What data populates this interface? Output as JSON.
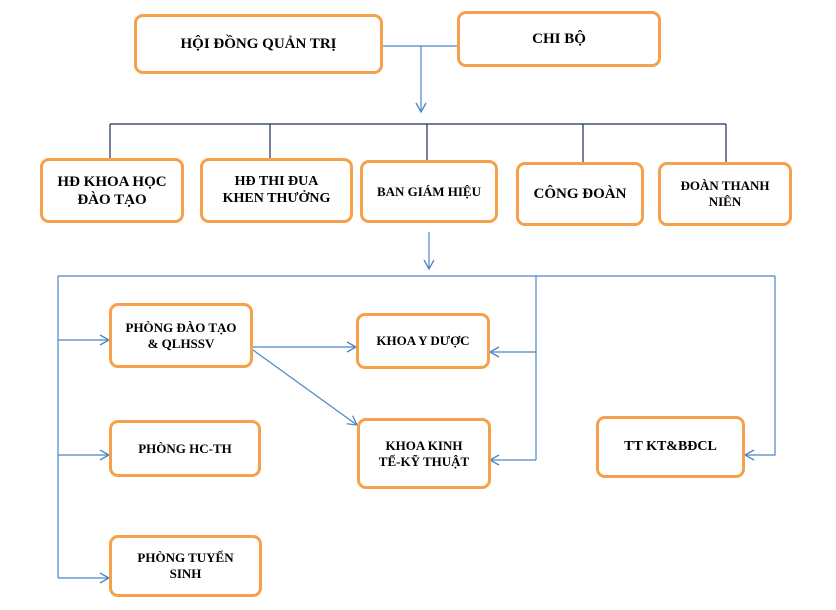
{
  "colors": {
    "box_border": "#f5a04a",
    "connector": "#4a86c5",
    "line": "#1f2f5a"
  },
  "nodes": {
    "hoi_dong_quan_tri": "HỘI ĐỒNG QUẢN TRỊ",
    "chi_bo": "CHI BỘ",
    "hd_khoa_hoc": "HĐ KHOA HỌC\nĐÀO TẠO",
    "hd_thi_dua": "HĐ THI ĐUA\nKHEN THƯỞNG",
    "ban_giam_hieu": "BAN GIÁM HIỆU",
    "cong_doan": "CÔNG ĐOÀN",
    "doan_thanh_nien": "ĐOÀN THANH\nNIÊN",
    "phong_dao_tao": "PHÒNG ĐÀO TẠO\n& QLHSSV",
    "khoa_y_duoc": "KHOA Y DƯỢC",
    "phong_hc_th": "PHÒNG HC-TH",
    "khoa_kinh_te": "KHOA KINH\nTẾ-KỸ THUẬT",
    "tt_kt_bdcl": "TT KT&BĐCL",
    "phong_tuyen_sinh": "PHÒNG TUYỂN\nSINH"
  }
}
